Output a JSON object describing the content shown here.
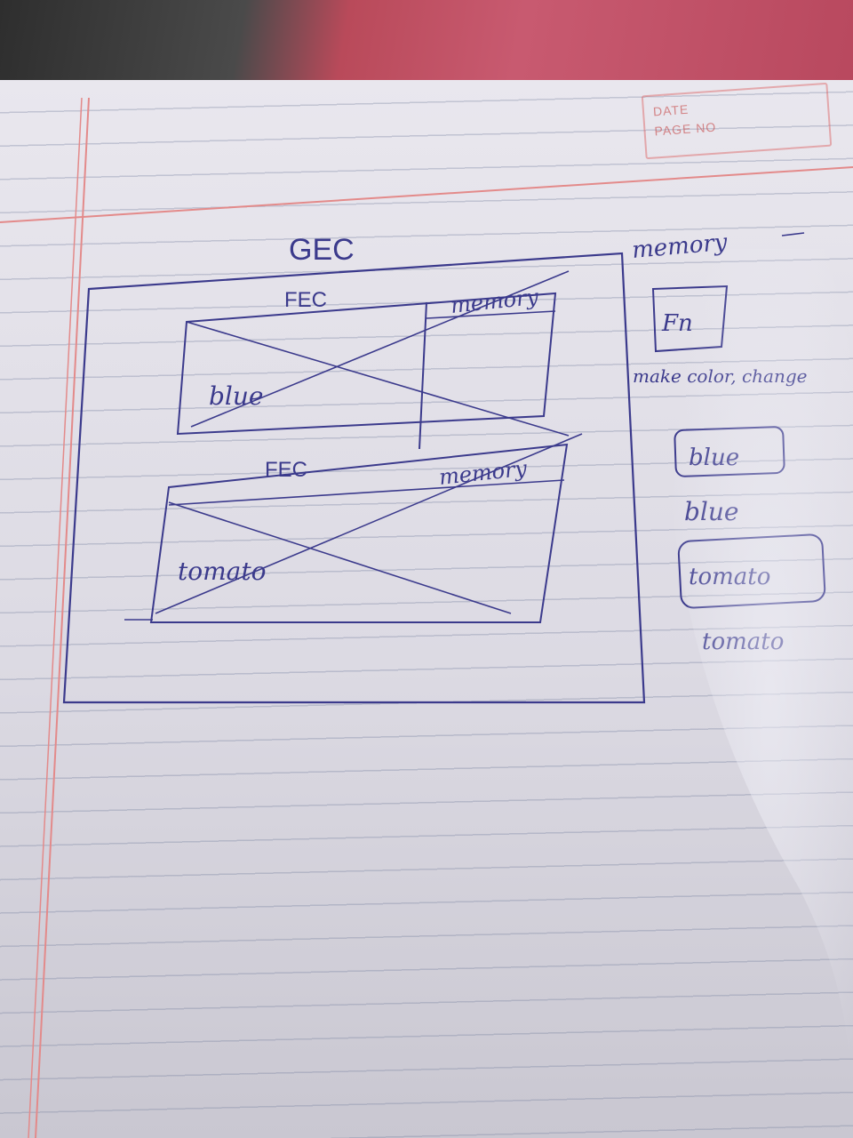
{
  "stamp": {
    "date_label": "DATE",
    "page_label": "PAGE NO"
  },
  "diagram": {
    "gec_label": "GEC",
    "fec_top_label": "FEC",
    "fec_bottom_label": "FEC",
    "memory_top": "memory",
    "memory_bottom": "memory",
    "blue_label": "blue",
    "tomato_label": "tomato",
    "side_memory": "memory",
    "fn_label": "Fn",
    "side_note": "make color, change",
    "side_blue_box": "blue",
    "side_blue": "blue",
    "side_tomato_box": "tomato",
    "side_tomato": "tomato"
  },
  "colors": {
    "ink": "#3b3a8c",
    "margin_line": "#e38a8a",
    "paper": "#e6e4ec"
  }
}
